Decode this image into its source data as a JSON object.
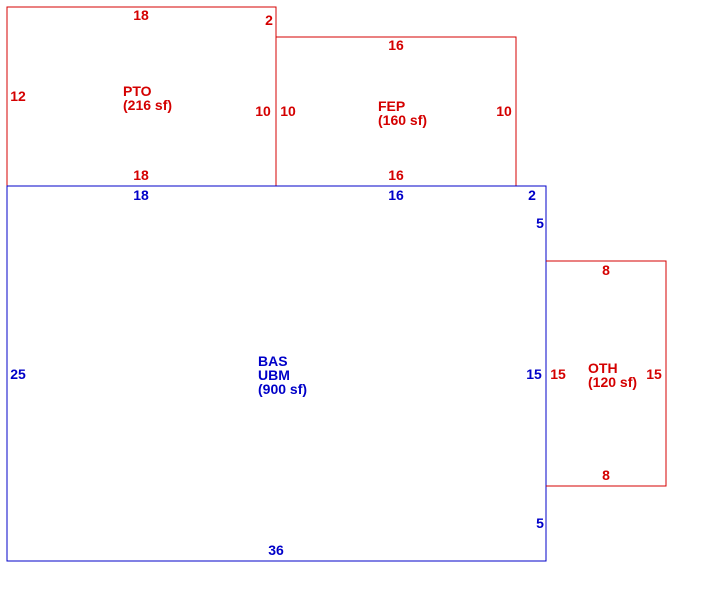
{
  "colors": {
    "red": "#d40000",
    "blue": "#0000c8"
  },
  "areas": {
    "pto": {
      "code": "PTO",
      "area": "(216 sf)",
      "color": "red",
      "dims": {
        "top": "18",
        "bottom": "18",
        "left": "12",
        "right": "10",
        "jog": "2"
      }
    },
    "fep": {
      "code": "FEP",
      "area": "(160 sf)",
      "color": "red",
      "dims": {
        "top": "16",
        "bottom": "16",
        "left": "10",
        "right": "10"
      }
    },
    "bas": {
      "code": "BAS",
      "sub": "UBM",
      "area": "(900 sf)",
      "color": "blue",
      "dims": {
        "top_left": "18",
        "top_mid": "16",
        "top_right": "2",
        "left": "25",
        "right_upper": "5",
        "right_mid": "15",
        "right_lower": "5",
        "bottom": "36"
      }
    },
    "oth": {
      "code": "OTH",
      "area": "(120 sf)",
      "color": "red",
      "dims": {
        "top": "8",
        "bottom": "8",
        "left": "15",
        "right": "15"
      }
    }
  }
}
